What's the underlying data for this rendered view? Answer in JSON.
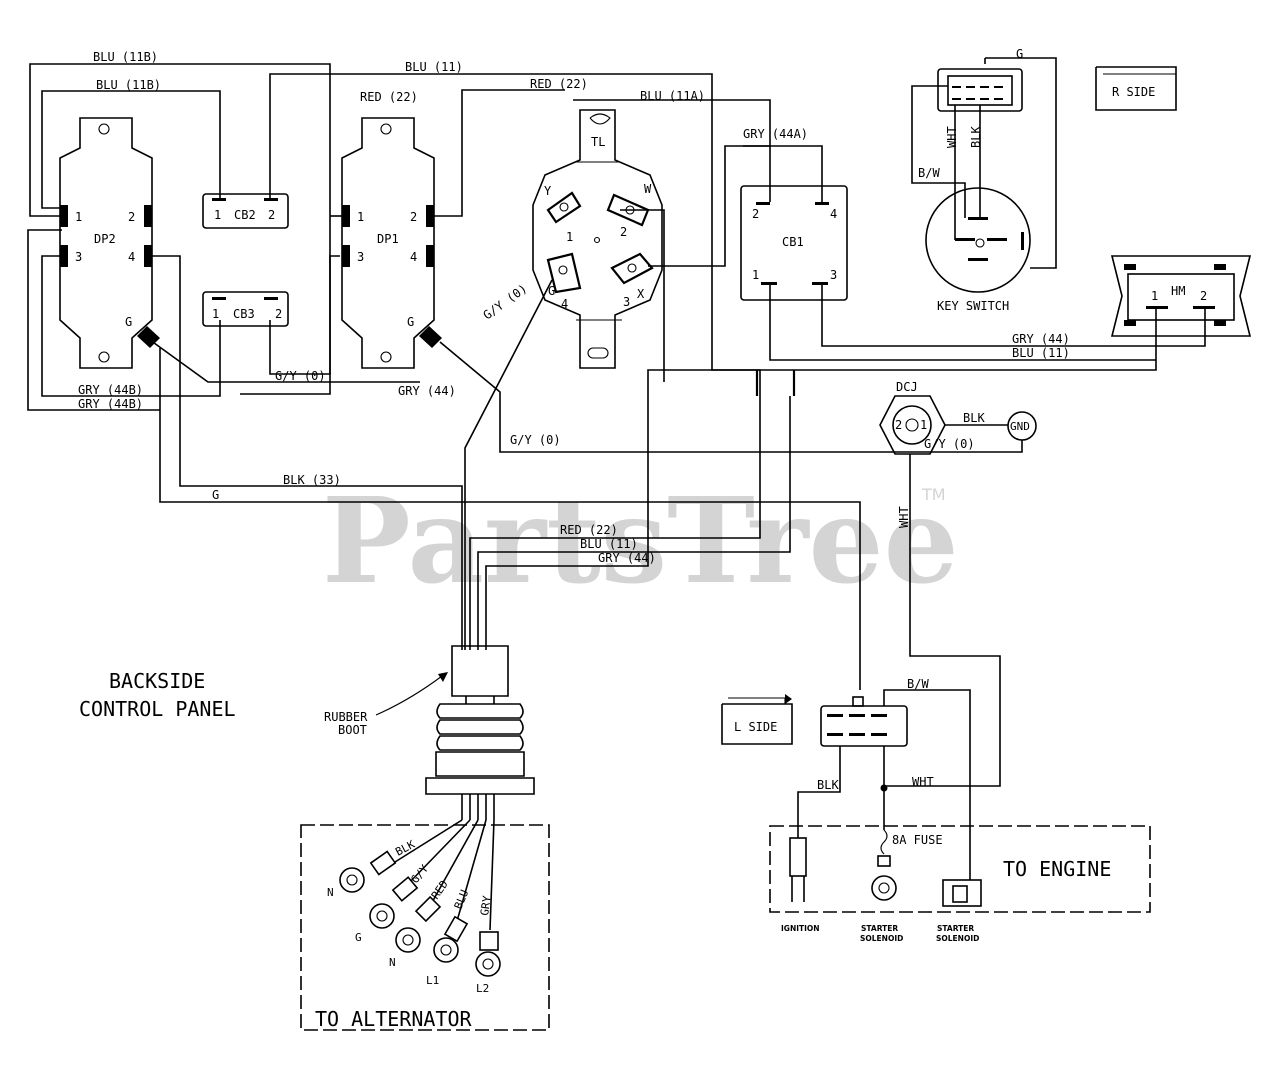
{
  "watermark": {
    "brand": "PartsTree",
    "mark": "TM"
  },
  "components": {
    "dp2": "DP2",
    "dp1": "DP1",
    "cb1": "CB1",
    "cb2": "CB2",
    "cb3": "CB3",
    "hm": "HM",
    "dcj": "DCJ",
    "gnd": "GND",
    "key_switch": "KEY SWITCH",
    "r_side": "R SIDE",
    "l_side": "L SIDE",
    "rubber_boot": "RUBBER BOOT",
    "rubber_boot_line1": "RUBBER",
    "rubber_boot_line2": "BOOT",
    "fuse": "8A FUSE",
    "backside_line1": "BACKSIDE",
    "backside_line2": "CONTROL PANEL",
    "to_alternator": "TO ALTERNATOR",
    "to_engine": "TO ENGINE",
    "ignition": "IGNITION",
    "starter": "STARTER",
    "solenoid": "SOLENOID"
  },
  "pins": {
    "p1": "1",
    "p2": "2",
    "p3": "3",
    "p4": "4",
    "g": "G",
    "y": "Y",
    "w": "W",
    "x": "X",
    "tl": "TL"
  },
  "wires": {
    "blu_11b": "BLU (11B)",
    "blu_11": "BLU (11)",
    "red_22": "RED (22)",
    "blu_11a": "BLU (11A)",
    "gry_44a": "GRY (44A)",
    "gry_44": "GRY (44)",
    "gry_44b": "GRY (44B)",
    "gy_0": "G/Y (0)",
    "blk_33": "BLK (33)",
    "g": "G",
    "blk": "BLK",
    "wht": "WHT",
    "bw": "B/W",
    "gy": "G/Y",
    "red": "RED",
    "blu": "BLU",
    "gry": "GRY"
  },
  "terminals": {
    "n": "N",
    "g": "G",
    "l1": "L1",
    "l2": "L2"
  }
}
